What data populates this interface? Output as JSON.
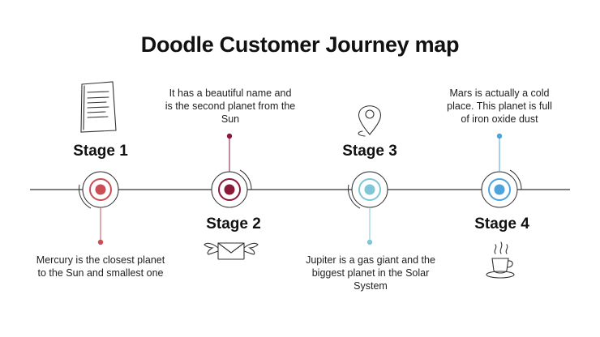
{
  "title": "Doodle Customer Journey map",
  "colors": {
    "stage1": "#c94f55",
    "stage2": "#8b1a3a",
    "stage3": "#7fc7d6",
    "stage4": "#4da3dc",
    "line": "#333333"
  },
  "stages": [
    {
      "label": "Stage 1",
      "description": "Mercury is the closest planet to the Sun and smallest one",
      "icon": "document-icon"
    },
    {
      "label": "Stage 2",
      "description": "It has a beautiful name and is the second planet from the Sun",
      "icon": "winged-envelope-icon"
    },
    {
      "label": "Stage 3",
      "description": "Jupiter is  a gas giant and the biggest planet in the Solar System",
      "icon": "map-pin-icon"
    },
    {
      "label": "Stage 4",
      "description": "Mars is actually a cold place. This planet is full of iron oxide dust",
      "icon": "coffee-cup-icon"
    }
  ]
}
